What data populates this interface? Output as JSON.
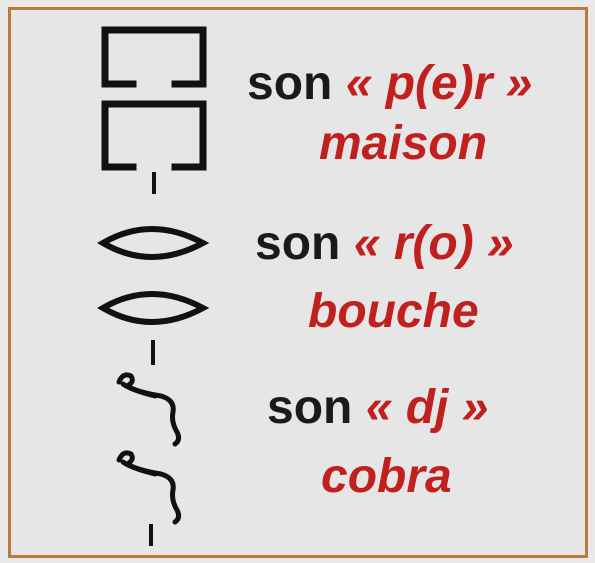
{
  "rows": [
    {
      "son_label": "son",
      "sound": "« p(e)r »",
      "meaning": "maison",
      "icon": "house-hieroglyph-icon"
    },
    {
      "son_label": "son",
      "sound": "« r(o) »",
      "meaning": "bouche",
      "icon": "mouth-hieroglyph-icon"
    },
    {
      "son_label": "son",
      "sound": "« dj »",
      "meaning": "cobra",
      "icon": "cobra-hieroglyph-icon"
    }
  ],
  "colors": {
    "border": "#b97a3e",
    "accent_red": "#c0211f",
    "text_dark": "#1a1a1a",
    "background": "#e6e6e6"
  }
}
